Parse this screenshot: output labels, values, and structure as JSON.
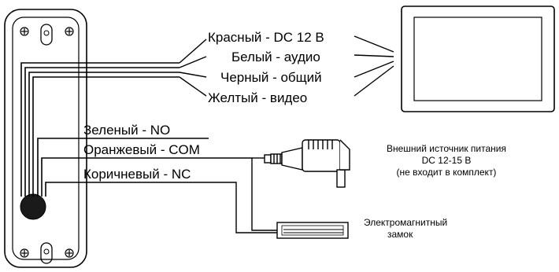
{
  "wires_to_monitor": {
    "red": "Красный - DC 12 В",
    "white": "Белый - аудио",
    "black": "Черный - общий",
    "yellow": "Желтый - видео"
  },
  "wires_to_lock": {
    "green": "Зеленый - NO",
    "orange": "Оранжевый - COM",
    "brown": "Коричневый - NC"
  },
  "power_supply": {
    "line1": "Внешний источник питания",
    "line2": "DC 12-15 В",
    "line3": "(не входит в комплект)"
  },
  "lock": {
    "line1": "Электромагнитный",
    "line2": "замок"
  }
}
